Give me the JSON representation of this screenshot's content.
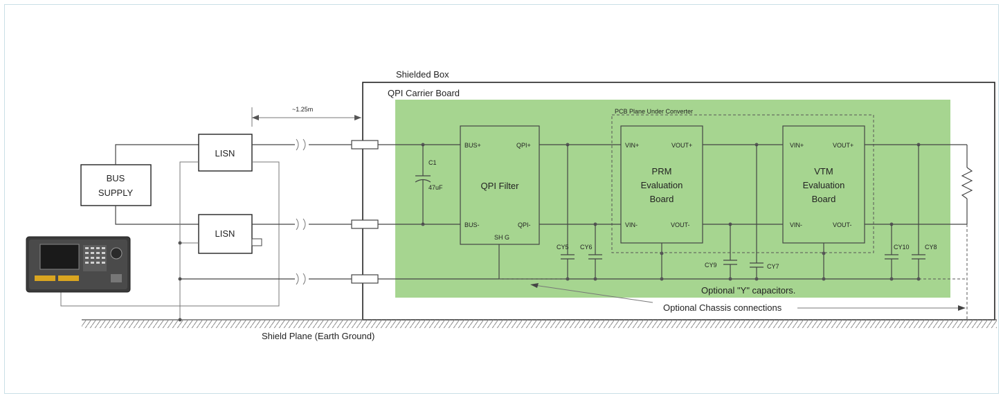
{
  "labels": {
    "shielded_box": "Shielded Box",
    "carrier_board": "QPI Carrier Board",
    "pcb_plane": "PCB Plane Under Converter",
    "distance": "~1.25m",
    "bus_supply_line1": "BUS",
    "bus_supply_line2": "SUPPLY",
    "lisn_top": "LISN",
    "lisn_bottom": "LISN",
    "cap_c1": "C1",
    "cap_c1_value": "47uF",
    "qpi_filter": "QPI Filter",
    "qpi_bus_plus": "BUS+",
    "qpi_bus_minus": "BUS-",
    "qpi_out_plus": "QPI+",
    "qpi_out_minus": "QPI-",
    "qpi_sh_g": "SH G",
    "prm_line1": "PRM",
    "prm_line2": "Evaluation",
    "prm_line3": "Board",
    "prm_vin_plus": "VIN+",
    "prm_vin_minus": "VIN-",
    "prm_vout_plus": "VOUT+",
    "prm_vout_minus": "VOUT-",
    "vtm_line1": "VTM",
    "vtm_line2": "Evaluation",
    "vtm_line3": "Board",
    "vtm_vin_plus": "VIN+",
    "vtm_vin_minus": "VIN-",
    "vtm_vout_plus": "VOUT+",
    "vtm_vout_minus": "VOUT-",
    "cy5": "CY5",
    "cy6": "CY6",
    "cy7": "CY7",
    "cy8": "CY8",
    "cy9": "CY9",
    "cy10": "CY10",
    "optional_y": "Optional \"Y\" capacitors.",
    "optional_chassis": "Optional Chassis connections",
    "shield_plane": "Shield Plane (Earth Ground)"
  },
  "colors": {
    "carrier_board_fill": "#a6d590",
    "frame_border": "#c9dfe6",
    "wire": "#444444",
    "analyzer_body": "#3a3a3a",
    "analyzer_screen": "#1a1a1a",
    "analyzer_accent": "#d9a520"
  },
  "icons": {
    "spectrum_analyzer": "spectrum-analyzer-icon",
    "load": "resistor-icon",
    "ground": "hatched-ground-icon"
  }
}
